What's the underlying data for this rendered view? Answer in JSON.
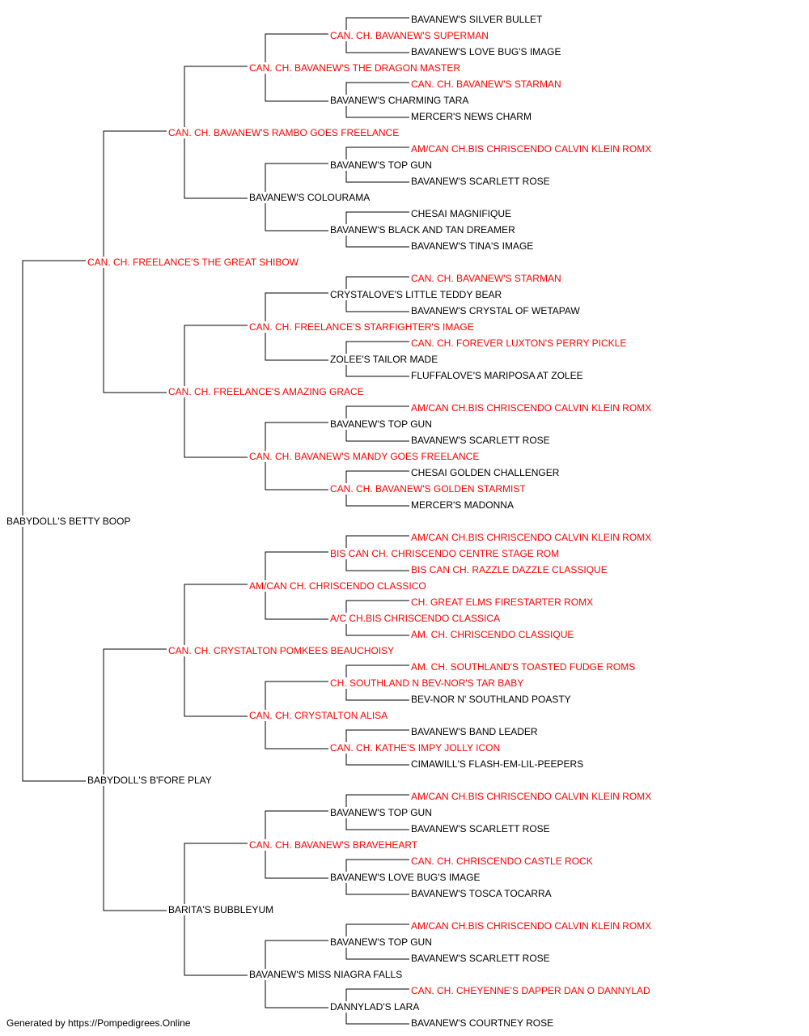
{
  "colors": {
    "champion": "#ff0000",
    "normal": "#000000",
    "connector": "#000000"
  },
  "footer": "Generated by https://Pompedigrees.Online",
  "pedigree": {
    "name": "BABYDOLL'S BETTY BOOP",
    "champion": false,
    "sire": {
      "name": "CAN. CH. FREELANCE'S THE GREAT SHIBOW",
      "champion": true,
      "sire": {
        "name": "CAN. CH. BAVANEW'S RAMBO GOES FREELANCE",
        "champion": true,
        "sire": {
          "name": "CAN. CH. BAVANEW'S THE DRAGON MASTER",
          "champion": true,
          "sire": {
            "name": "CAN. CH. BAVANEW'S SUPERMAN",
            "champion": true,
            "sire": {
              "name": "BAVANEW'S SILVER BULLET",
              "champion": false
            },
            "dam": {
              "name": "BAVANEW'S LOVE BUG'S IMAGE",
              "champion": false
            }
          },
          "dam": {
            "name": "BAVANEW'S CHARMING TARA",
            "champion": false,
            "sire": {
              "name": "CAN. CH. BAVANEW'S STARMAN",
              "champion": true
            },
            "dam": {
              "name": "MERCER'S NEWS CHARM",
              "champion": false
            }
          }
        },
        "dam": {
          "name": "BAVANEW'S COLOURAMA",
          "champion": false,
          "sire": {
            "name": "BAVANEW'S TOP GUN",
            "champion": false,
            "sire": {
              "name": "AM/CAN CH.BIS CHRISCENDO CALVIN KLEIN ROMX",
              "champion": true
            },
            "dam": {
              "name": "BAVANEW'S SCARLETT ROSE",
              "champion": false
            }
          },
          "dam": {
            "name": "BAVANEW'S BLACK AND TAN DREAMER",
            "champion": false,
            "sire": {
              "name": "CHESAI MAGNIFIQUE",
              "champion": false
            },
            "dam": {
              "name": "BAVANEW'S TINA'S IMAGE",
              "champion": false
            }
          }
        }
      },
      "dam": {
        "name": "CAN. CH. FREELANCE'S AMAZING GRACE",
        "champion": true,
        "sire": {
          "name": "CAN. CH. FREELANCE'S STARFIGHTER'S IMAGE",
          "champion": true,
          "sire": {
            "name": "CRYSTALOVE'S LITTLE TEDDY BEAR",
            "champion": false,
            "sire": {
              "name": "CAN. CH. BAVANEW'S STARMAN",
              "champion": true
            },
            "dam": {
              "name": "BAVANEW'S CRYSTAL OF WETAPAW",
              "champion": false
            }
          },
          "dam": {
            "name": "ZOLEE'S TAILOR MADE",
            "champion": false,
            "sire": {
              "name": "CAN. CH. FOREVER LUXTON'S PERRY PICKLE",
              "champion": true
            },
            "dam": {
              "name": "FLUFFALOVE'S MARIPOSA AT ZOLEE",
              "champion": false
            }
          }
        },
        "dam": {
          "name": "CAN. CH. BAVANEW'S MANDY GOES FREELANCE",
          "champion": true,
          "sire": {
            "name": "BAVANEW'S TOP GUN",
            "champion": false,
            "sire": {
              "name": "AM/CAN CH.BIS CHRISCENDO CALVIN KLEIN ROMX",
              "champion": true
            },
            "dam": {
              "name": "BAVANEW'S SCARLETT ROSE",
              "champion": false
            }
          },
          "dam": {
            "name": "CAN. CH. BAVANEW'S GOLDEN STARMIST",
            "champion": true,
            "sire": {
              "name": "CHESAI GOLDEN CHALLENGER",
              "champion": false
            },
            "dam": {
              "name": "MERCER'S MADONNA",
              "champion": false
            }
          }
        }
      }
    },
    "dam": {
      "name": "BABYDOLL'S B'FORE PLAY",
      "champion": false,
      "sire": {
        "name": "CAN. CH. CRYSTALTON POMKEES BEAUCHOISY",
        "champion": true,
        "sire": {
          "name": "AM/CAN CH. CHRISCENDO CLASSICO",
          "champion": true,
          "sire": {
            "name": "BIS CAN CH. CHRISCENDO CENTRE STAGE ROM",
            "champion": true,
            "sire": {
              "name": "AM/CAN CH.BIS CHRISCENDO CALVIN KLEIN ROMX",
              "champion": true
            },
            "dam": {
              "name": "BIS CAN CH. RAZZLE DAZZLE CLASSIQUE",
              "champion": true
            }
          },
          "dam": {
            "name": "A/C CH.BIS CHRISCENDO CLASSICA",
            "champion": true,
            "sire": {
              "name": "CH. GREAT ELMS FIRESTARTER ROMX",
              "champion": true
            },
            "dam": {
              "name": "AM. CH. CHRISCENDO CLASSIQUE",
              "champion": true
            }
          }
        },
        "dam": {
          "name": "CAN. CH. CRYSTALTON ALISA",
          "champion": true,
          "sire": {
            "name": "CH. SOUTHLAND N BEV-NOR'S TAR BABY",
            "champion": true,
            "sire": {
              "name": "AM. CH. SOUTHLAND'S TOASTED FUDGE ROMS",
              "champion": true
            },
            "dam": {
              "name": "BEV-NOR N' SOUTHLAND POASTY",
              "champion": false
            }
          },
          "dam": {
            "name": "CAN. CH. KATHE'S IMPY JOLLY ICON",
            "champion": true,
            "sire": {
              "name": "BAVANEW'S BAND LEADER",
              "champion": false
            },
            "dam": {
              "name": "CIMAWILL'S FLASH-EM-LIL-PEEPERS",
              "champion": false
            }
          }
        }
      },
      "dam": {
        "name": "BARITA'S BUBBLEYUM",
        "champion": false,
        "sire": {
          "name": "CAN. CH. BAVANEW'S BRAVEHEART",
          "champion": true,
          "sire": {
            "name": "BAVANEW'S TOP GUN",
            "champion": false,
            "sire": {
              "name": "AM/CAN CH.BIS CHRISCENDO CALVIN KLEIN ROMX",
              "champion": true
            },
            "dam": {
              "name": "BAVANEW'S SCARLETT ROSE",
              "champion": false
            }
          },
          "dam": {
            "name": "BAVANEW'S LOVE BUG'S IMAGE",
            "champion": false,
            "sire": {
              "name": "CAN. CH. CHRISCENDO CASTLE ROCK",
              "champion": true
            },
            "dam": {
              "name": "BAVANEW'S TOSCA TOCARRA",
              "champion": false
            }
          }
        },
        "dam": {
          "name": "BAVANEW'S MISS NIAGRA FALLS",
          "champion": false,
          "sire": {
            "name": "BAVANEW'S TOP GUN",
            "champion": false,
            "sire": {
              "name": "AM/CAN CH.BIS CHRISCENDO CALVIN KLEIN ROMX",
              "champion": true
            },
            "dam": {
              "name": "BAVANEW'S SCARLETT ROSE",
              "champion": false
            }
          },
          "dam": {
            "name": "DANNYLAD'S LARA",
            "champion": false,
            "sire": {
              "name": "CAN. CH. CHEYENNE'S DAPPER DAN O DANNYLAD",
              "champion": true
            },
            "dam": {
              "name": "BAVANEW'S COURTNEY ROSE",
              "champion": false
            }
          }
        }
      }
    }
  }
}
